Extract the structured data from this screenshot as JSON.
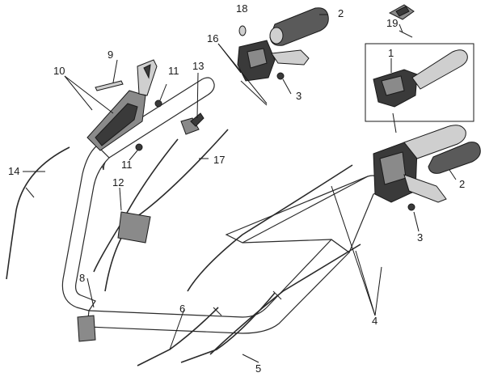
{
  "callouts": [
    {
      "id": "c18",
      "label": "18"
    },
    {
      "id": "c2a",
      "label": "2"
    },
    {
      "id": "c19",
      "label": "19"
    },
    {
      "id": "c16",
      "label": "16"
    },
    {
      "id": "c9",
      "label": "9"
    },
    {
      "id": "c10",
      "label": "10"
    },
    {
      "id": "c13",
      "label": "13"
    },
    {
      "id": "c11a",
      "label": "11"
    },
    {
      "id": "c1",
      "label": "1"
    },
    {
      "id": "c3a",
      "label": "3"
    },
    {
      "id": "c11b",
      "label": "11"
    },
    {
      "id": "c17",
      "label": "17"
    },
    {
      "id": "c14",
      "label": "14"
    },
    {
      "id": "c12",
      "label": "12"
    },
    {
      "id": "c2b",
      "label": "2"
    },
    {
      "id": "c3b",
      "label": "3"
    },
    {
      "id": "c8",
      "label": "8"
    },
    {
      "id": "c6",
      "label": "6"
    },
    {
      "id": "c4",
      "label": "4"
    },
    {
      "id": "c5",
      "label": "5"
    }
  ],
  "colors": {
    "ink": "#1a1a1a",
    "part_dark": "#3a3a3a",
    "part_mid": "#8a8a8a",
    "part_light": "#cfcfcf"
  }
}
